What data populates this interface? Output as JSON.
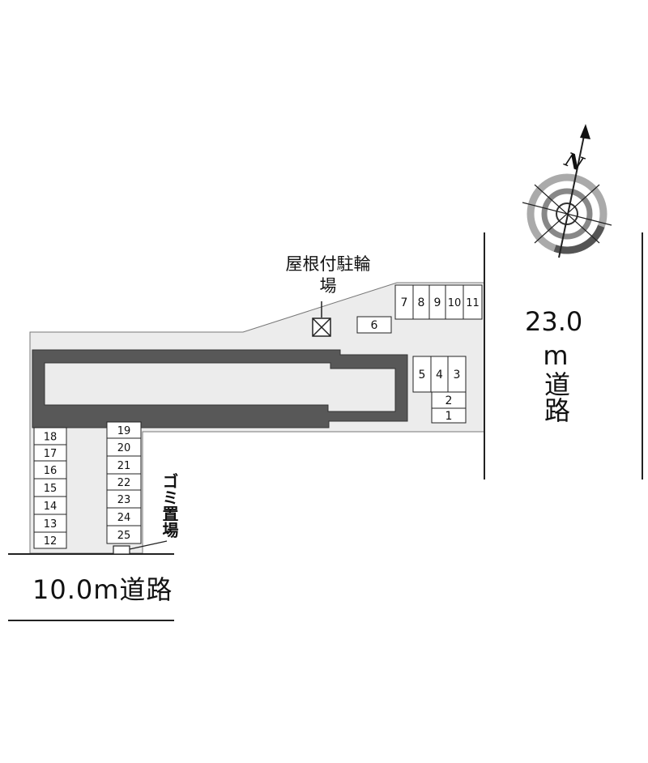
{
  "roads": {
    "bottom": "10.0m道路",
    "right_number": "23.0",
    "right_unit": "m道路"
  },
  "bicycle_parking": "屋根付駐輪場",
  "garbage_area": "ゴミ置場",
  "compass": {
    "north": "N"
  },
  "parking_spaces": [
    "1",
    "2",
    "3",
    "4",
    "5",
    "6",
    "7",
    "8",
    "9",
    "10",
    "11",
    "12",
    "13",
    "14",
    "15",
    "16",
    "17",
    "18",
    "19",
    "20",
    "21",
    "22",
    "23",
    "24",
    "25"
  ],
  "colors": {
    "lot": "#ececec",
    "building_outline": "#555555",
    "line": "#222222"
  }
}
